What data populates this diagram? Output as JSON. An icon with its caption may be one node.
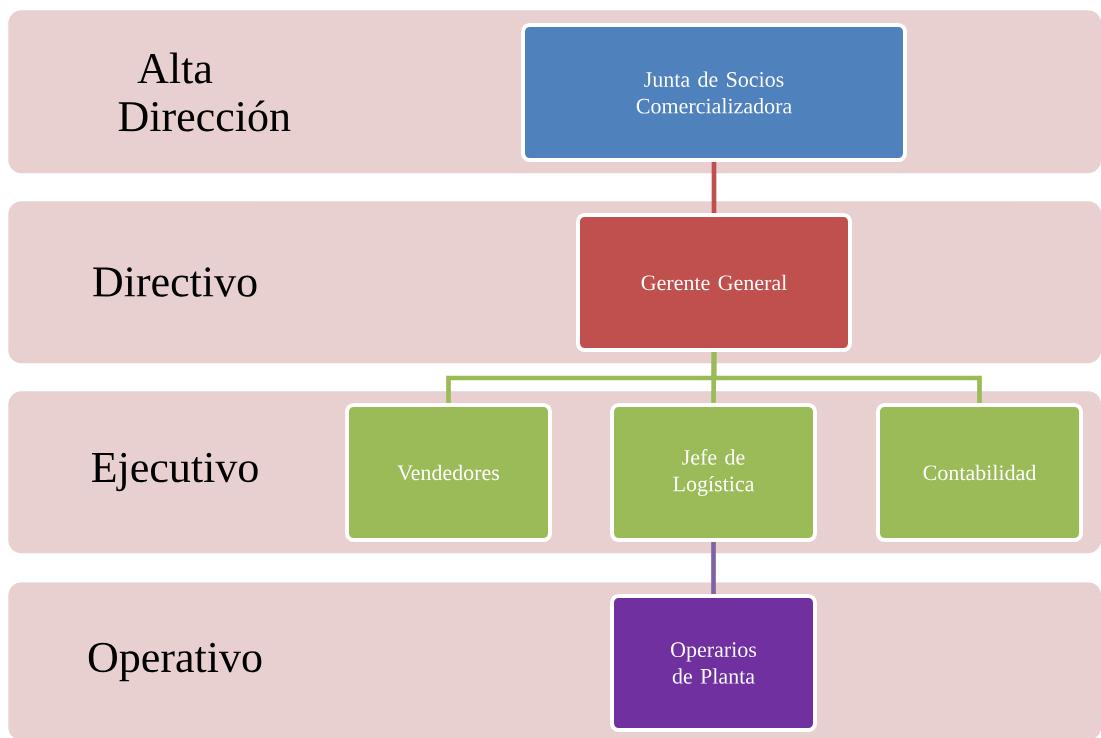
{
  "diagram": {
    "nodes": [
      {
        "text": [
          "Alta Dirección"
        ]
      },
      {
        "text": [
          "Junta de Socios Comercializadora"
        ],
        "in": 0
      },
      {
        "text": [
          "Directivo"
        ]
      },
      {
        "text": [
          "Gerente General"
        ],
        "in": 2
      },
      {
        "text": [
          "Ejecutivo"
        ]
      },
      {
        "text": [
          "Vendedores"
        ],
        "in": 4
      },
      {
        "text": [
          "Jefe de Logística"
        ],
        "in": 4
      },
      {
        "text": [
          "Contabilidad"
        ],
        "in": 4
      },
      {
        "text": [
          "Operativo"
        ]
      },
      {
        "text": [
          "Operarios de Planta"
        ],
        "in": 8
      }
    ],
    "edges": [
      {
        "from": 1,
        "to": 3,
        "arrow": "none",
        "color": "#c0504d"
      },
      {
        "from": 3,
        "to": 5,
        "arrow": "none"
      },
      {
        "from": 3,
        "to": 6,
        "arrow": "none"
      },
      {
        "from": 3,
        "to": 7,
        "arrow": "none"
      },
      {
        "from": 6,
        "to": 9,
        "arrow": "none",
        "color": "#8064a2"
      }
    ]
  }
}
